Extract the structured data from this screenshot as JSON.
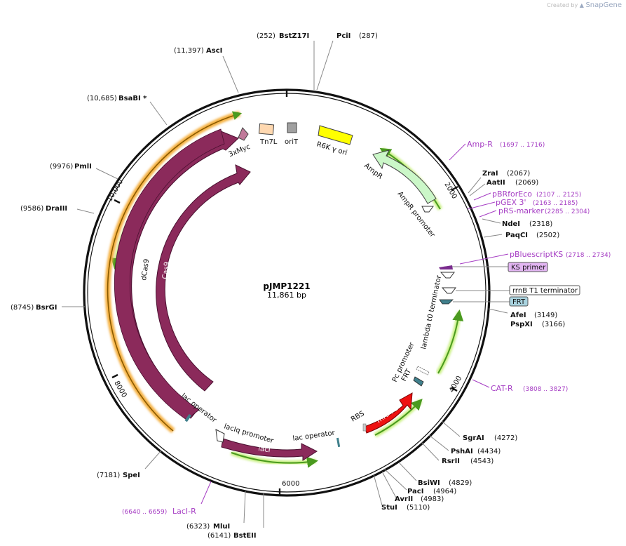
{
  "watermark": {
    "prefix": "Created by",
    "brand": "SnapGene"
  },
  "plasmid": {
    "name": "pJMP1221",
    "size": "11,861 bp"
  },
  "colors": {
    "backbone": "#111111",
    "feature_purple": "#8b2a5b",
    "primer_purple": "#a63ec4",
    "primer_arrow_green": "#4a9a1f",
    "primer_glow_green": "#c8f080",
    "primer_glow_orange": "#f5b041",
    "ampR": "#cbf7c8",
    "rfp": "#ee1111",
    "tn7": "#ffd8b0",
    "oriT": "#a0a0a0",
    "r6k": "#ffff00",
    "frt": "#40808c",
    "ks_primer_bg": "#e2b5f2",
    "frt_bg": "#a9d3df"
  },
  "ticks": [
    {
      "label": "2000"
    },
    {
      "label": "4000"
    },
    {
      "label": "6000"
    },
    {
      "label": "8000"
    },
    {
      "label": "10,000"
    }
  ],
  "sites": [
    {
      "pos": "(252)",
      "name": "BstZ17I"
    },
    {
      "pos": "(287)",
      "name": "PciI"
    },
    {
      "pos": "(11,397)",
      "name": "AscI"
    },
    {
      "pos": "(10,685)",
      "name": "BsaBI *"
    },
    {
      "pos": "(9976)",
      "name": "PmlI"
    },
    {
      "pos": "(9586)",
      "name": "DraIII"
    },
    {
      "pos": "(8745)",
      "name": "BsrGI"
    },
    {
      "pos": "(7181)",
      "name": "SpeI"
    },
    {
      "pos": "(6323)",
      "name": "MluI"
    },
    {
      "pos": "(6141)",
      "name": "BstEII"
    },
    {
      "pos": "(5110)",
      "name": "StuI"
    },
    {
      "pos": "(4983)",
      "name": "AvrII"
    },
    {
      "pos": "(4964)",
      "name": "PacI"
    },
    {
      "pos": "(4829)",
      "name": "BsiWI"
    },
    {
      "pos": "(4543)",
      "name": "RsrII"
    },
    {
      "pos": "(4434)",
      "name": "PshAI"
    },
    {
      "pos": "(4272)",
      "name": "SgrAI"
    },
    {
      "pos": "(3149)",
      "name": "AfeI"
    },
    {
      "pos": "(3166)",
      "name": "PspXI"
    },
    {
      "pos": "(2502)",
      "name": "PaqCI"
    },
    {
      "pos": "(2318)",
      "name": "NdeI"
    },
    {
      "pos": "(2067)",
      "name": "ZraI"
    },
    {
      "pos": "(2069)",
      "name": "AatII"
    }
  ],
  "primer_sites": [
    {
      "name": "Amp-R",
      "range": "(1697 .. 1716)"
    },
    {
      "name": "pBRforEco",
      "range": "(2107 .. 2125)"
    },
    {
      "name": "pGEX 3'",
      "range": "(2163 .. 2185)"
    },
    {
      "name": "pRS-marker",
      "range": "(2285 .. 2304)"
    },
    {
      "name": "pBluescriptKS",
      "range": "(2718 .. 2734)"
    },
    {
      "name": "CAT-R",
      "range": "(3808 .. 3827)"
    },
    {
      "name": "LacI-R",
      "range": "(6640 .. 6659)"
    }
  ],
  "boxed_labels": [
    {
      "name": "KS primer"
    },
    {
      "name": "rrnB T1 terminator"
    },
    {
      "name": "FRT"
    }
  ],
  "features": [
    {
      "name": "3xMyc"
    },
    {
      "name": "Tn7L"
    },
    {
      "name": "oriT"
    },
    {
      "name": "R6K γ ori"
    },
    {
      "name": "AmpR"
    },
    {
      "name": "AmpR promoter"
    },
    {
      "name": "lambda t0 terminator"
    },
    {
      "name": "Pc promoter"
    },
    {
      "name": "FRT"
    },
    {
      "name": "RBS"
    },
    {
      "name": "mRFP1"
    },
    {
      "name": "lac operator"
    },
    {
      "name": "lacIq promoter"
    },
    {
      "name": "lacI"
    },
    {
      "name": "lac operator"
    },
    {
      "name": "dCas9"
    },
    {
      "name": "Cas9"
    }
  ]
}
